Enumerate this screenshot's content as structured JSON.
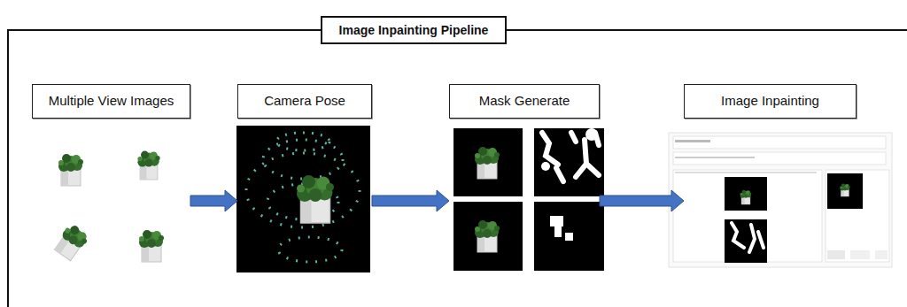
{
  "diagram": {
    "nodes": [
      {
        "text": [
          "Image Inpainting Pipeline"
        ]
      },
      {
        "text": [
          "Multiple View Images"
        ],
        "in": 0
      },
      {
        "text": [
          "Camera Pose"
        ],
        "in": 0
      },
      {
        "text": [
          "Mask Generate"
        ],
        "in": 0
      },
      {
        "text": [
          "Image Inpainting"
        ],
        "in": 0
      }
    ],
    "edges": [
      {
        "from": 1,
        "to": 2,
        "arrow": "to"
      },
      {
        "from": 2,
        "to": 3,
        "arrow": "to"
      },
      {
        "from": 3,
        "to": 4,
        "arrow": "to"
      }
    ]
  }
}
